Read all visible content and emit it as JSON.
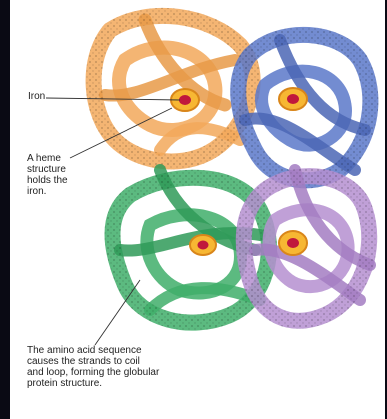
{
  "labels": {
    "iron": "Iron",
    "heme": "A heme\nstructure\nholds the\niron.",
    "amino": "The amino acid sequence\ncauses the strands to coil\nand loop, forming the globular\nprotein structure."
  },
  "colors": {
    "background": "#0a0a14",
    "panel": "#ffffff",
    "orange_subunit": "#f2a85a",
    "blue_subunit": "#5b78c9",
    "green_subunit": "#3fae6a",
    "purple_subunit": "#b58fd0",
    "heme_ring": "#f7b733",
    "iron_core": "#c0183c",
    "leader_line": "#333333"
  }
}
